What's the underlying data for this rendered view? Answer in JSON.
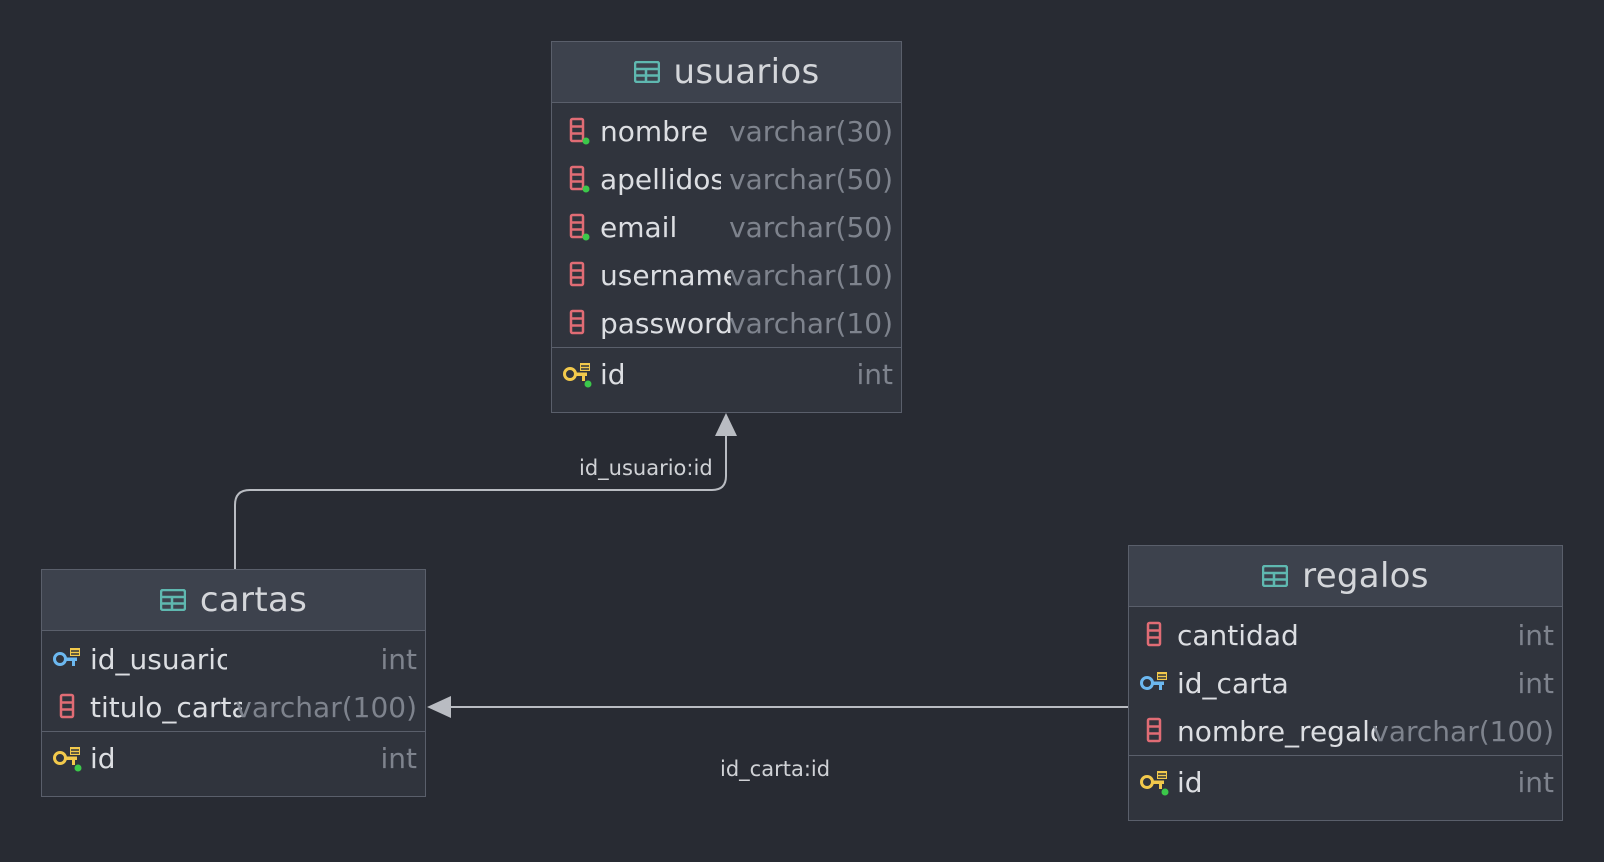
{
  "colors": {
    "background": "#282b33",
    "table_bg": "#30343d",
    "header_bg": "#3d424d",
    "border": "#5a5f6b",
    "column_icon": "#e06c75",
    "fk_icon": "#6cb8f0",
    "pk_icon": "#f2c94c",
    "table_icon": "#5fb8b0",
    "link": "#b9bcc2"
  },
  "tables": {
    "usuarios": {
      "name": "usuarios",
      "columns": [
        {
          "name": "nombre",
          "type": "varchar(30)",
          "icon": "column-notnull-icon"
        },
        {
          "name": "apellidos",
          "type": "varchar(50)",
          "icon": "column-notnull-icon"
        },
        {
          "name": "email",
          "type": "varchar(50)",
          "icon": "column-notnull-icon"
        },
        {
          "name": "username",
          "type": "varchar(10)",
          "icon": "column-icon"
        },
        {
          "name": "password",
          "type": "varchar(10)",
          "icon": "column-icon"
        }
      ],
      "keys": [
        {
          "name": "id",
          "type": "int",
          "icon": "primary-key-icon"
        }
      ]
    },
    "cartas": {
      "name": "cartas",
      "columns": [
        {
          "name": "id_usuario",
          "type": "int",
          "icon": "foreign-key-icon"
        },
        {
          "name": "titulo_carta",
          "type": "varchar(100)",
          "icon": "column-icon"
        }
      ],
      "keys": [
        {
          "name": "id",
          "type": "int",
          "icon": "primary-key-icon"
        }
      ]
    },
    "regalos": {
      "name": "regalos",
      "columns": [
        {
          "name": "cantidad",
          "type": "int",
          "icon": "column-icon"
        },
        {
          "name": "id_carta",
          "type": "int",
          "icon": "foreign-key-icon"
        },
        {
          "name": "nombre_regalo",
          "type": "varchar(100)",
          "icon": "column-icon"
        }
      ],
      "keys": [
        {
          "name": "id",
          "type": "int",
          "icon": "primary-key-icon"
        }
      ]
    }
  },
  "links": [
    {
      "label": "id_usuario:id",
      "from": "cartas",
      "to": "usuarios"
    },
    {
      "label": "id_carta:id",
      "from": "regalos",
      "to": "cartas"
    }
  ]
}
